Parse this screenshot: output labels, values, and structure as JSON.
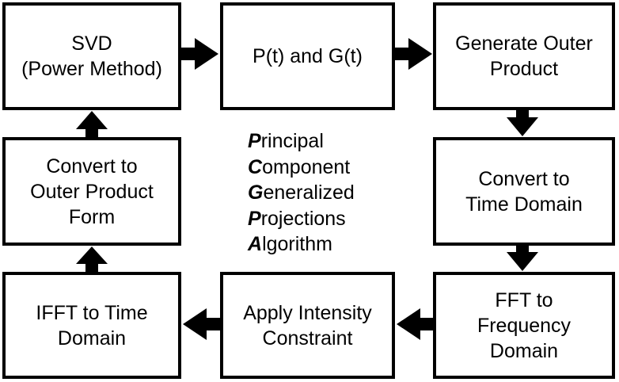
{
  "boxes": {
    "svd": "SVD\n(Power Method)",
    "pg": "P(t) and G(t)",
    "outer": "Generate Outer\nProduct",
    "time": "Convert to\nTime Domain",
    "fft": "FFT to\nFrequency\nDomain",
    "intensity": "Apply Intensity\nConstraint",
    "ifft": "IFFT to Time\nDomain",
    "convert_outer": "Convert to\nOuter Product\nForm"
  },
  "acronym": [
    {
      "cap": "P",
      "rest": "rincipal"
    },
    {
      "cap": "C",
      "rest": "omponent"
    },
    {
      "cap": "G",
      "rest": "eneralized"
    },
    {
      "cap": "P",
      "rest": "rojections"
    },
    {
      "cap": "A",
      "rest": "lgorithm"
    }
  ]
}
